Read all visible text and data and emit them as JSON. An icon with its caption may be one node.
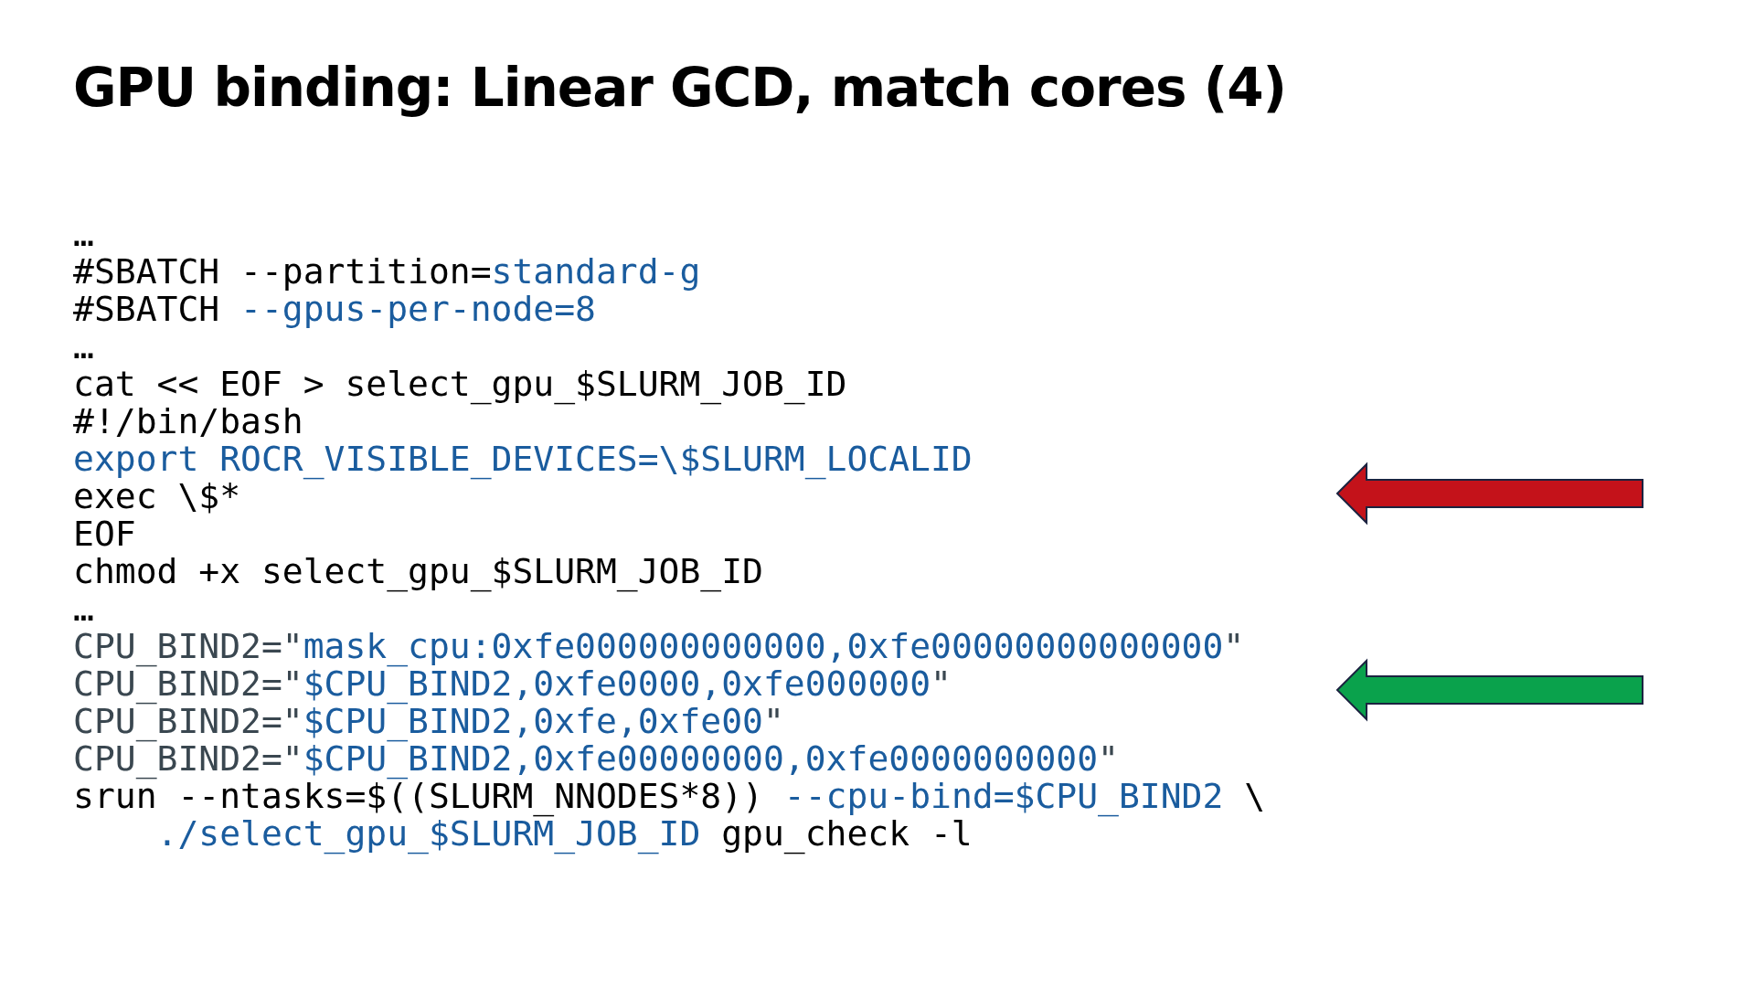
{
  "diagram": {
    "title": "GPU binding: Linear GCD, match cores (4)",
    "labels": [
      "…",
      "#SBATCH --partition=",
      "standard-g",
      "#SBATCH",
      "--gpus-per-node=8",
      "…",
      "cat << EOF > select_gpu_$SLURM_JOB_ID",
      "#!/bin/bash",
      "export ROCR_VISIBLE_DEVICES=\\$SLURM_LOCALID",
      "exec \\$*",
      "EOF",
      "chmod +x select_gpu_$SLURM_JOB_ID",
      "…",
      "CPU_BIND2=\"",
      "mask_cpu:0xfe000000000000,0xfe00000000000000",
      "\"",
      "CPU_BIND2=\"",
      "$CPU_BIND2,0xfe0000,0xfe000000",
      "\"",
      "CPU_BIND2=\"",
      "$CPU_BIND2,0xfe,0xfe00",
      "\"",
      "CPU_BIND2=\"",
      "$CPU_BIND2,0xfe00000000,0xfe0000000000",
      "\"",
      "srun --ntasks=$((SLURM_NNODES*8))",
      "--cpu-bind=$CPU_BIND2",
      "\\",
      "./select_gpu_$SLURM_JOB_ID",
      "gpu_check -l"
    ]
  }
}
